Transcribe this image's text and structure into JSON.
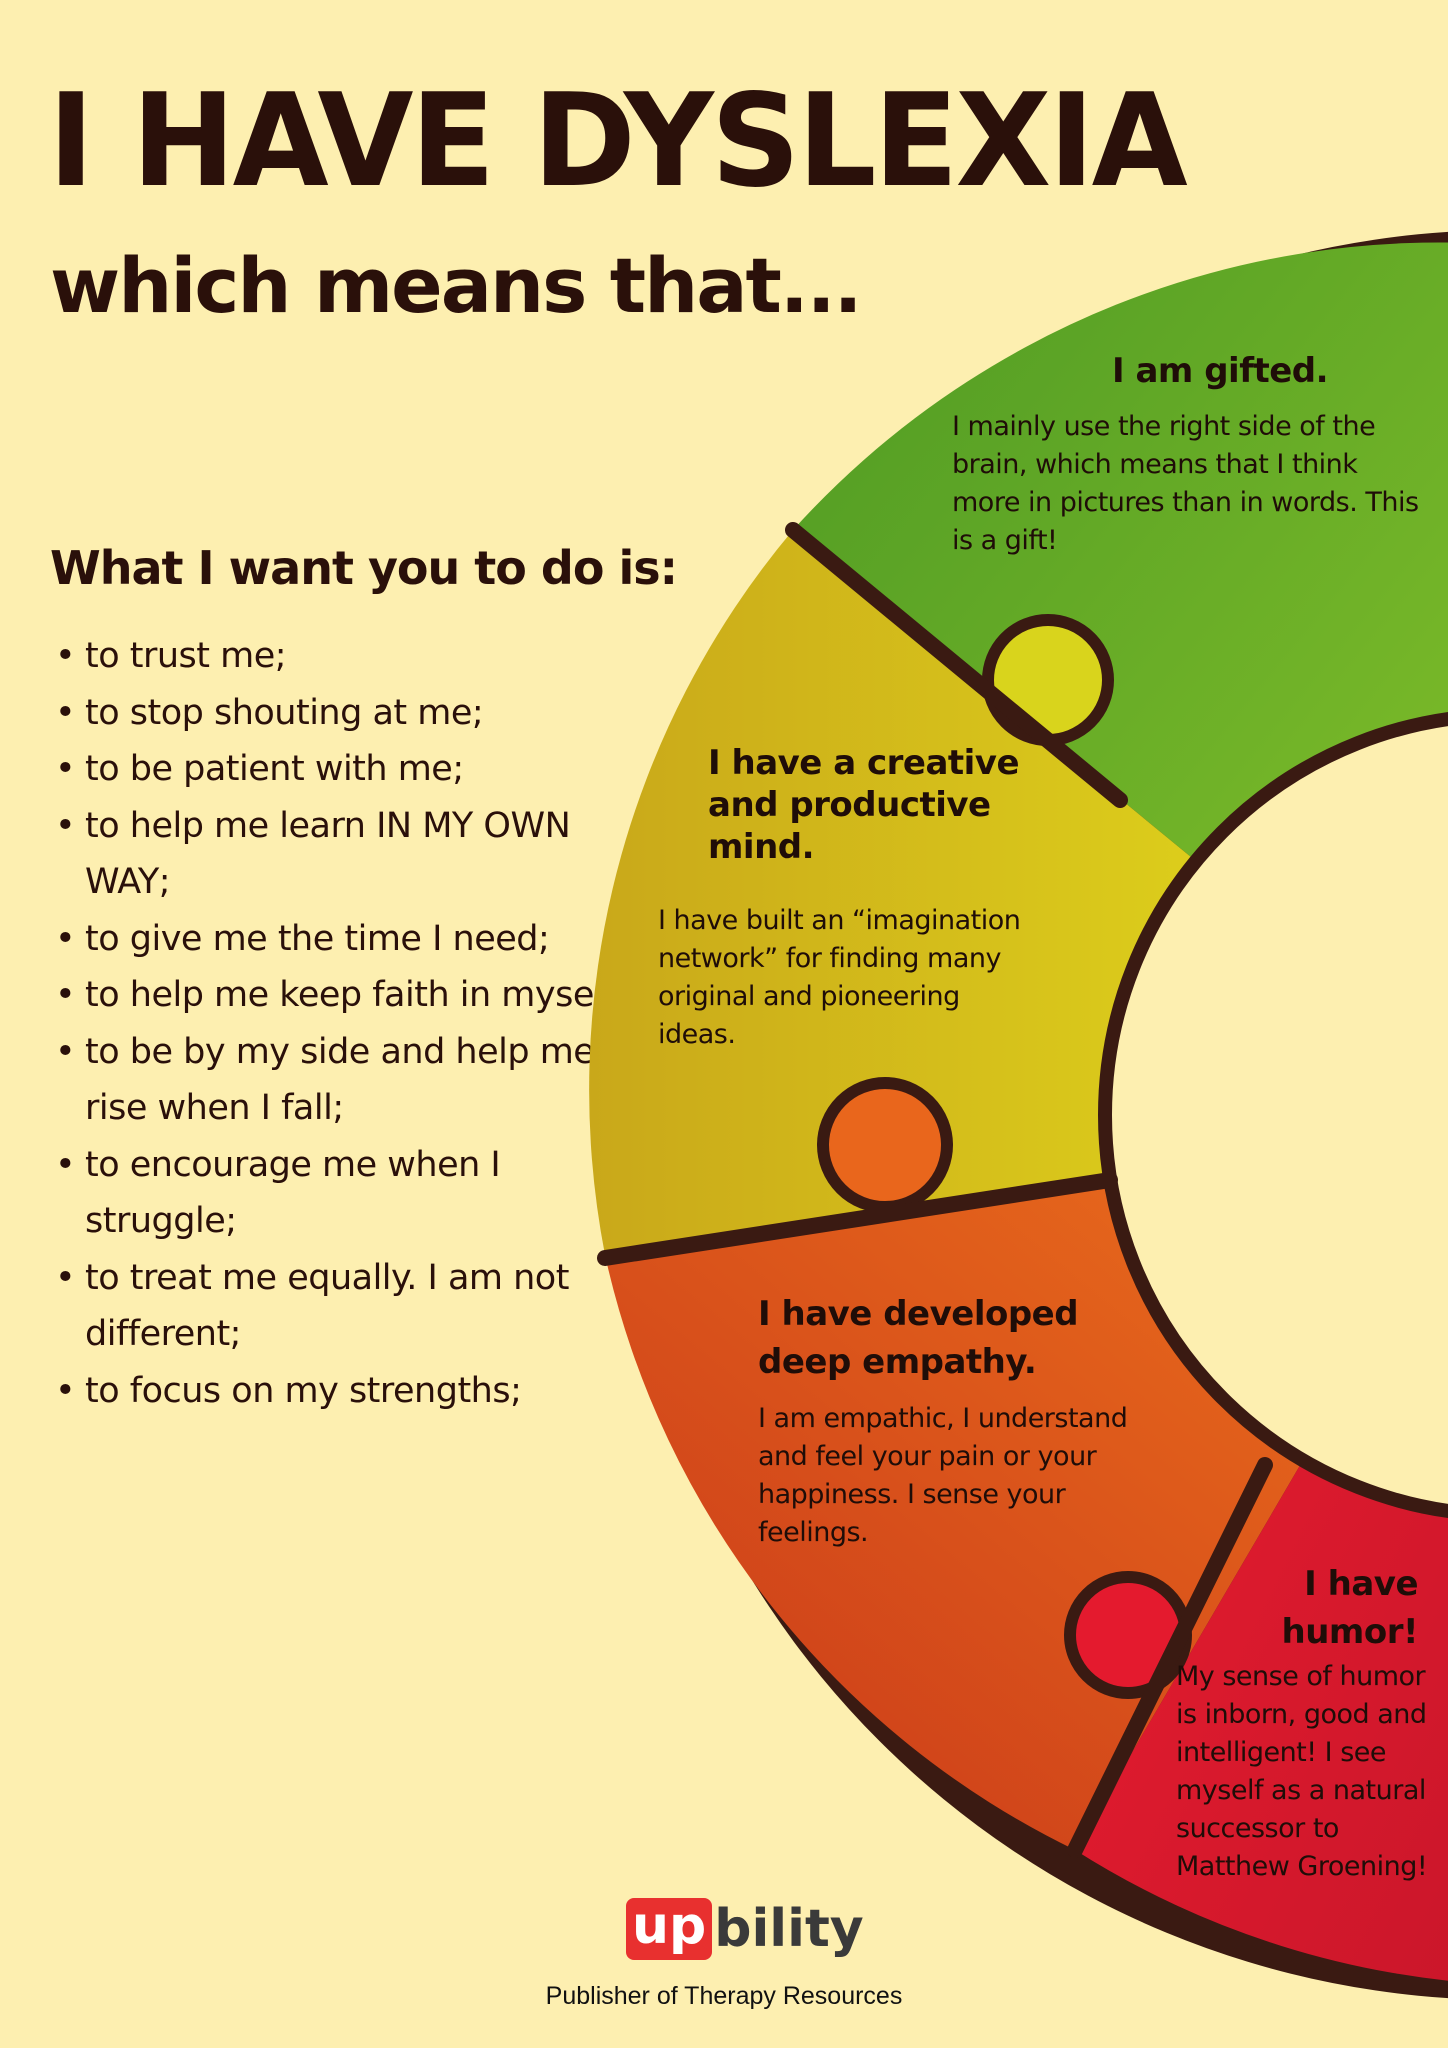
{
  "header": {
    "title": "I HAVE DYSLEXIA",
    "subtitle": "which means that..."
  },
  "wants": {
    "heading": "What I want you to do is:",
    "items": [
      "to trust me;",
      "to stop shouting at me;",
      "to be patient with me;",
      "to help me learn IN MY OWN WAY;",
      "to give me the time I need;",
      "to help me keep faith in myself;",
      "to be by my side and help me rise when I fall;",
      "to encourage me when I struggle;",
      "to treat me equally. I am not different;",
      "to focus on my strengths;"
    ]
  },
  "segments": {
    "gifted": {
      "heading": "I am gifted.",
      "body": "I mainly use the right side of the brain, which means that I think more in pictures than in words. This is a gift!",
      "color": "#6cb52a"
    },
    "creative": {
      "heading": "I have a creative and productive mind.",
      "body": "I have built an “imagination network” for finding many original and pioneering ideas.",
      "color": "#e2d51c"
    },
    "empathy": {
      "heading": "I have developed deep empathy.",
      "body": "I am empathic, I understand and feel your pain or your happiness. I sense your feelings.",
      "color": "#e8641c"
    },
    "humor": {
      "heading": "I have humor!",
      "body": "My sense of humor is inborn, good and intelligent! I see myself as a natural successor to Matthew Groening!",
      "color": "#e3182f"
    }
  },
  "colors": {
    "background": "#fdefb0",
    "text": "#2a100a",
    "outline": "#3a1a12"
  },
  "footer": {
    "logo_up": "up",
    "logo_rest": "bility",
    "tagline": "Publisher of Therapy Resources"
  }
}
